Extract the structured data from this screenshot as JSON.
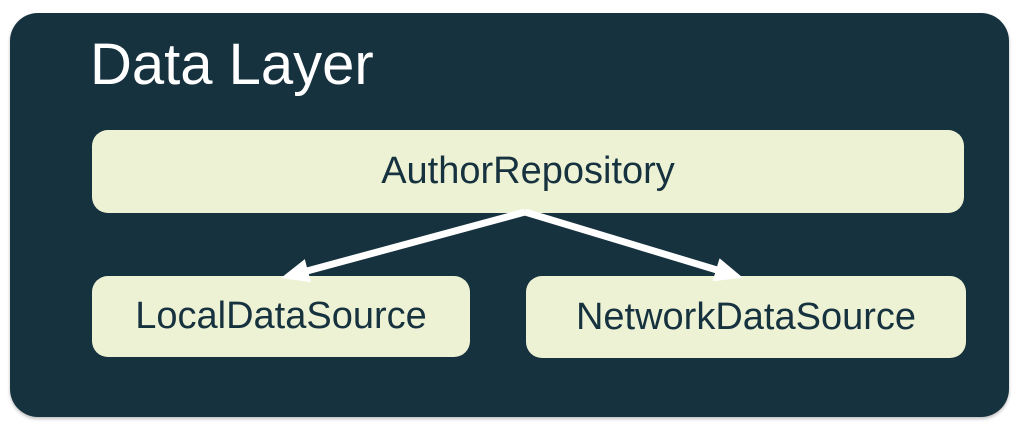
{
  "diagram": {
    "title": "Data Layer",
    "nodes": {
      "repository": {
        "label": "AuthorRepository"
      },
      "local": {
        "label": "LocalDataSource"
      },
      "network": {
        "label": "NetworkDataSource"
      }
    },
    "edges": [
      {
        "from": "AuthorRepository",
        "to": "LocalDataSource",
        "style": "arrow"
      },
      {
        "from": "AuthorRepository",
        "to": "NetworkDataSource",
        "style": "arrow"
      }
    ]
  },
  "colors": {
    "page-bg": "#FFFFFF",
    "container-bg": "#17323F",
    "node-bg": "#EDF2D5",
    "node-text": "#17323F",
    "title-text": "#FFFFFF",
    "arrow": "#FFFFFF"
  }
}
